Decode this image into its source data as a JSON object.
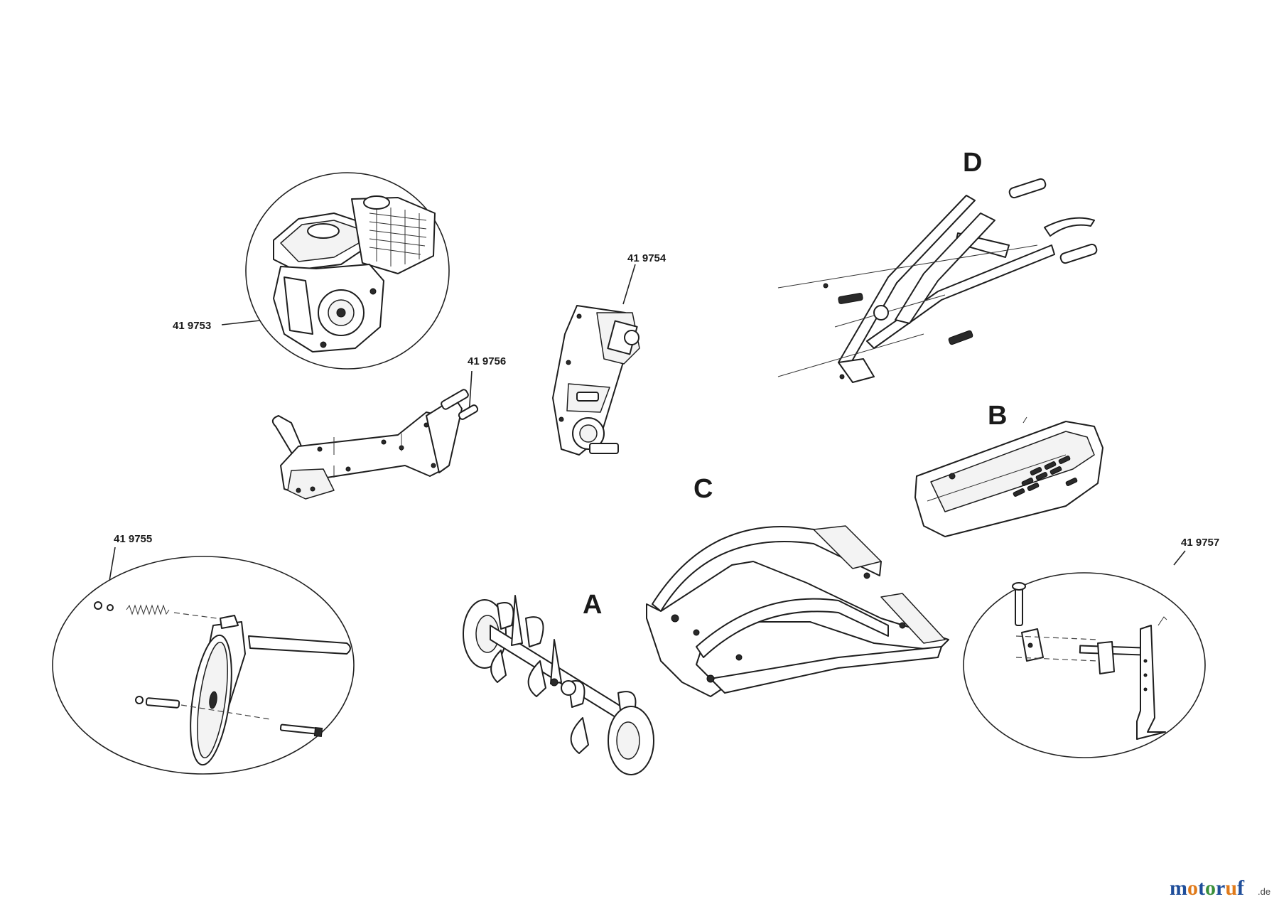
{
  "labels": {
    "part_419753": "41 9753",
    "part_419754": "41 9754",
    "part_419755": "41 9755",
    "part_419756": "41 9756",
    "part_419757": "41 9757",
    "group_a": "A",
    "group_b": "B",
    "group_c": "C",
    "group_d": "D"
  },
  "logo": {
    "m1": "m",
    "o1": "o",
    "t": "t",
    "o2": "o",
    "r": "r",
    "u": "u",
    "f": "f",
    "suffix": ".de"
  },
  "colors": {
    "line": "#1e1e1e",
    "logo_blue": "#1f4e9a",
    "logo_orange": "#e07a1a",
    "logo_green": "#3a8f3a"
  }
}
